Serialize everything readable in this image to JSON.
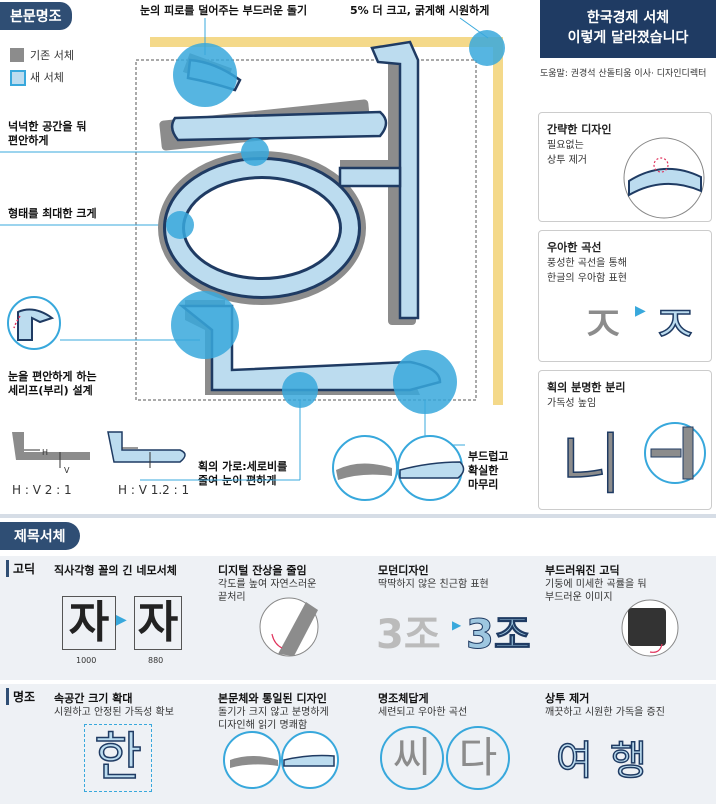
{
  "sections": {
    "body_title": "본문명조",
    "heading_title": "제목서체"
  },
  "legend": {
    "old": "기존 서체",
    "new": "새 서체"
  },
  "headline": {
    "line1": "한국경제 서체",
    "line2": "이렇게 달라졌습니다"
  },
  "credit": "도움말: 권경석 산돌티움 이사· 디자인디렉터",
  "top_notes": {
    "a": "눈의 피로를 덜어주는 부드러운 돌기",
    "b": "5% 더 크고, 굵게해 시원하게"
  },
  "left_notes": {
    "space": [
      "넉넉한 공간을 둬",
      "편안하게"
    ],
    "size": "형태를 최대한 크게",
    "serif": [
      "눈을 편안하게 하는",
      "세리프(부리) 설계"
    ],
    "ratio": [
      "획의 가로:세로비를",
      "줄여 눈이 편하게"
    ],
    "finish": [
      "부드럽고",
      "확실한",
      "마무리"
    ]
  },
  "ratios": {
    "old": "H : V   2 : 1",
    "new": "H : V   1.2 : 1",
    "h": "H",
    "v": "V"
  },
  "glyph": {
    "han": "한"
  },
  "cards": [
    {
      "title": "간략한 디자인",
      "desc": [
        "필요없는",
        "상투 제거"
      ]
    },
    {
      "title": "우아한 곡선",
      "desc": [
        "풍성한 곡선을 통해",
        "한글의 우아함 표현"
      ]
    },
    {
      "title": "획의 분명한 분리",
      "desc": [
        "가독성 높임"
      ]
    }
  ],
  "card_glyphs": {
    "ja": "ㅈ",
    "ni": "니"
  },
  "gothic": {
    "label": "고딕",
    "items": [
      {
        "title": "직사각형 꼴의 긴 네모서체",
        "desc": []
      },
      {
        "title": "디지털 잔상을 줄임",
        "desc": [
          "각도를 높여 자연스러운",
          "끝처리"
        ]
      },
      {
        "title": "모던디자인",
        "desc": [
          "딱딱하지 않은 친근함 표현"
        ]
      },
      {
        "title": "부드러워진 고딕",
        "desc": [
          "기둥에 미세한 곡률을 둬",
          "부드러운 이미지"
        ]
      }
    ],
    "ja": "자",
    "w1": "1000",
    "w2": "880",
    "jo": "3조"
  },
  "myeongjo": {
    "label": "명조",
    "items": [
      {
        "title": "속공간 크기 확대",
        "desc": [
          "시원하고 안정된 가독성 확보"
        ]
      },
      {
        "title": "본문체와 통일된 디자인",
        "desc": [
          "돌기가 크지 않고 분명하게",
          "디자인해 읽기 명쾌함"
        ]
      },
      {
        "title": "명조체답게",
        "desc": [
          "세련되고 우아한 곡선"
        ]
      },
      {
        "title": "상투 제거",
        "desc": [
          "깨끗하고 시원한 가독을 증진"
        ]
      }
    ],
    "han": "한",
    "ssi": "씨",
    "da": "다",
    "yeo": "여",
    "haeng": "행"
  },
  "colors": {
    "navy": "#2f4e74",
    "blue": "#38a8dc",
    "gray": "#8c8c8c",
    "light": "#bcdcef",
    "gold": "#f4d98a"
  }
}
